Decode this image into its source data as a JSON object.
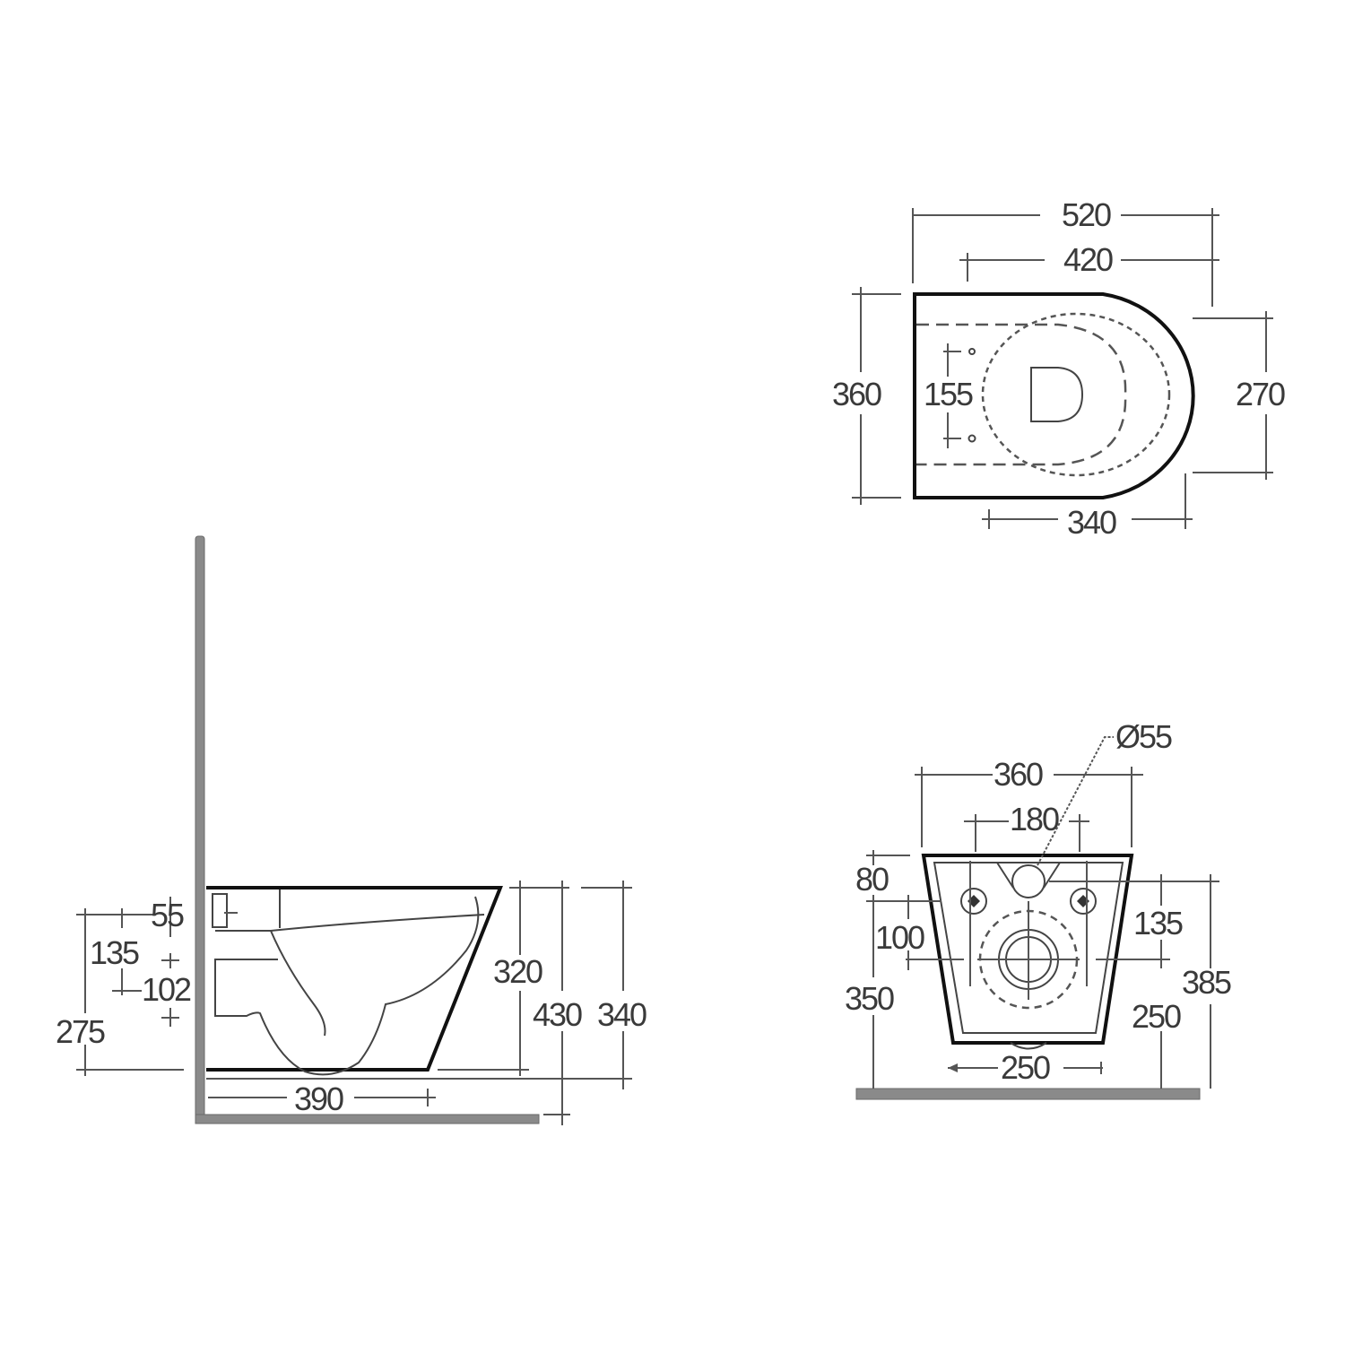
{
  "drawing": {
    "subject": "Wall-hung toilet technical drawing",
    "units": "mm",
    "colors": {
      "line": "#111111",
      "dimension": "#555555",
      "wall": "#8a8a8a",
      "background": "#ffffff"
    }
  },
  "plan_view": {
    "overall_length": "520",
    "fixing_to_front": "420",
    "overall_width": "360",
    "fixing_centres": "155",
    "bowl_width": "270",
    "bowl_length": "340"
  },
  "side_view": {
    "inlet_diameter": "55",
    "inlet_height": "135",
    "outlet_spacing": "102",
    "outlet_height": "275",
    "projection": "390",
    "bowl_height": "320",
    "rim_height": "430",
    "overall_height": "340"
  },
  "rear_view": {
    "inlet_dia": "Ø55",
    "overall_width": "360",
    "fixing_centres": "180",
    "fixing_from_top": "80",
    "fixing_offset": "100",
    "fixing_height_right": "135",
    "outlet_height": "350",
    "overall_height": "385",
    "outlet_to_floor": "250",
    "base_width": "250"
  }
}
